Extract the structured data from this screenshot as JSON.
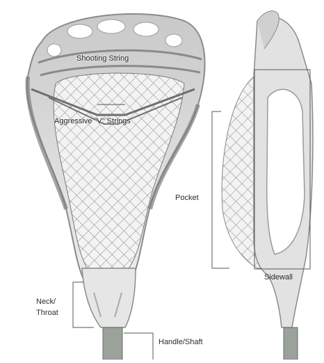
{
  "labels": {
    "shooting_string": "Shooting String",
    "v_strings": "Aggressive \"V\" Strings",
    "pocket": "Pocket",
    "sidewall": "Sidewall",
    "neck_throat_line1": "Neck/",
    "neck_throat_line2": "Throat",
    "handle_shaft": "Handle/Shaft"
  },
  "colors": {
    "head_plastic": "#d9d9d9",
    "head_edge": "#8a8a8a",
    "mesh": "#9a9a9a",
    "guide_line": "#555555"
  }
}
